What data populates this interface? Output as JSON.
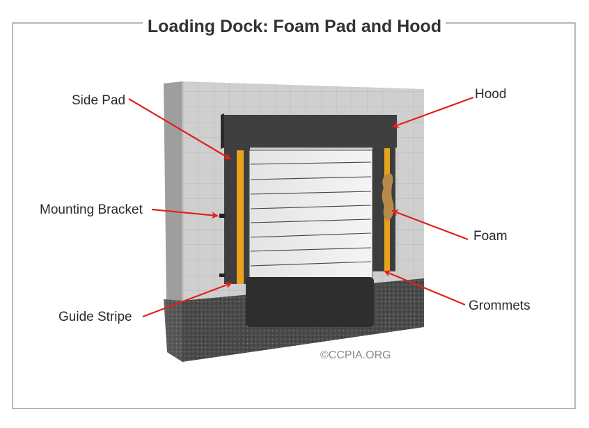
{
  "title": "Loading Dock: Foam Pad and Hood",
  "labels": {
    "side_pad": "Side Pad",
    "hood": "Hood",
    "mounting_bracket": "Mounting Bracket",
    "foam": "Foam",
    "guide_stripe": "Guide Stripe",
    "grommets": "Grommets"
  },
  "copyright": "©CCPIA.ORG",
  "colors": {
    "arrow": "#e0211f",
    "stripe": "#e8a21c",
    "pad": "#3d3d3d",
    "wall": "#c9c9c9",
    "foam": "#b88a4a"
  }
}
